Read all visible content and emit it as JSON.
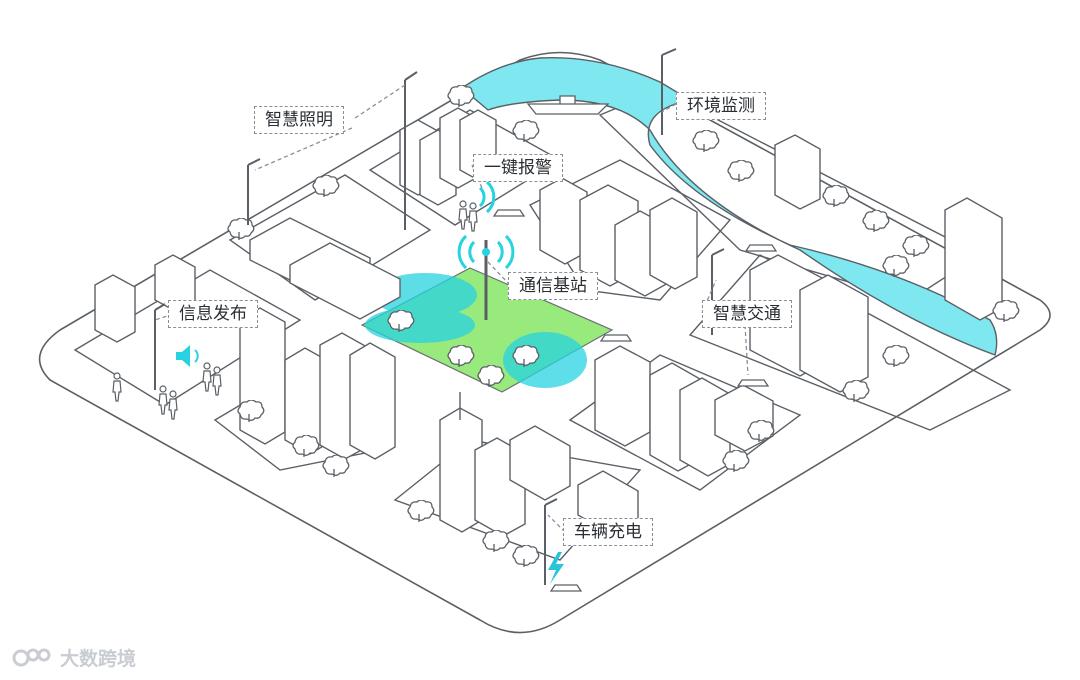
{
  "labels": {
    "smart_lighting": "智慧照明",
    "one_key_alarm": "一键报警",
    "info_release": "信息发布",
    "base_station": "通信基站",
    "smart_traffic": "智慧交通",
    "env_monitoring": "环境监测",
    "vehicle_charging": "车辆充电"
  },
  "watermark": {
    "text": "大数跨境"
  },
  "colors": {
    "outline": "#5b6066",
    "river": "#7fe7ef",
    "park": "#8de86e",
    "signal": "#27d3e0",
    "charge": "#27c4dc"
  }
}
